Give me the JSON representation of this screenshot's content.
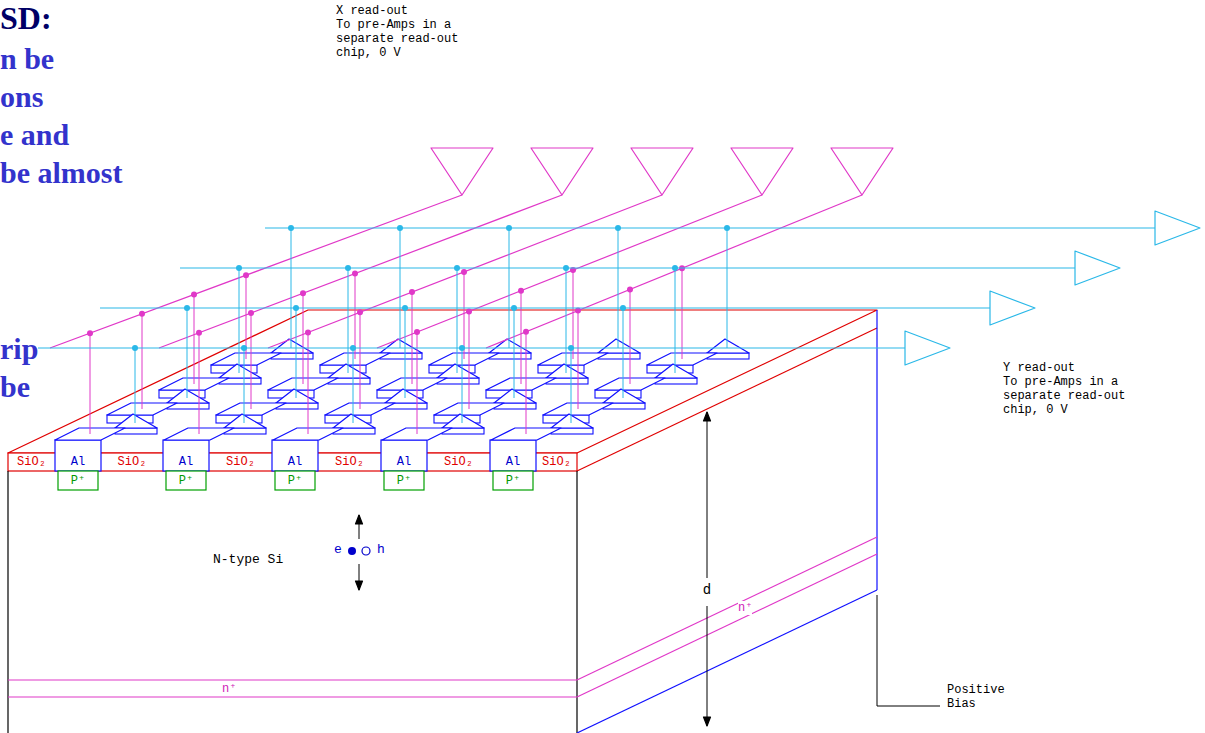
{
  "diagram": {
    "labels": [
      "SD:",
      "n be",
      "ons",
      "e and",
      "be almost",
      "rip",
      "be",
      "X read-out",
      "To pre-Amps in a separate read-out chip, 0 V",
      "Y read-out",
      "To pre-Amps in a separate read-out chip, 0 V",
      "SiO₂",
      "Al",
      "SiO₂",
      "Al",
      "SiO₂",
      "Al",
      "SiO₂",
      "Al",
      "SiO₂",
      "Al",
      "SiO₂",
      "P⁺",
      "P⁺",
      "P⁺",
      "P⁺",
      "P⁺",
      "N-type Si",
      "e",
      "h",
      "d",
      "n⁺",
      "n⁺",
      "Positive Bias"
    ]
  }
}
